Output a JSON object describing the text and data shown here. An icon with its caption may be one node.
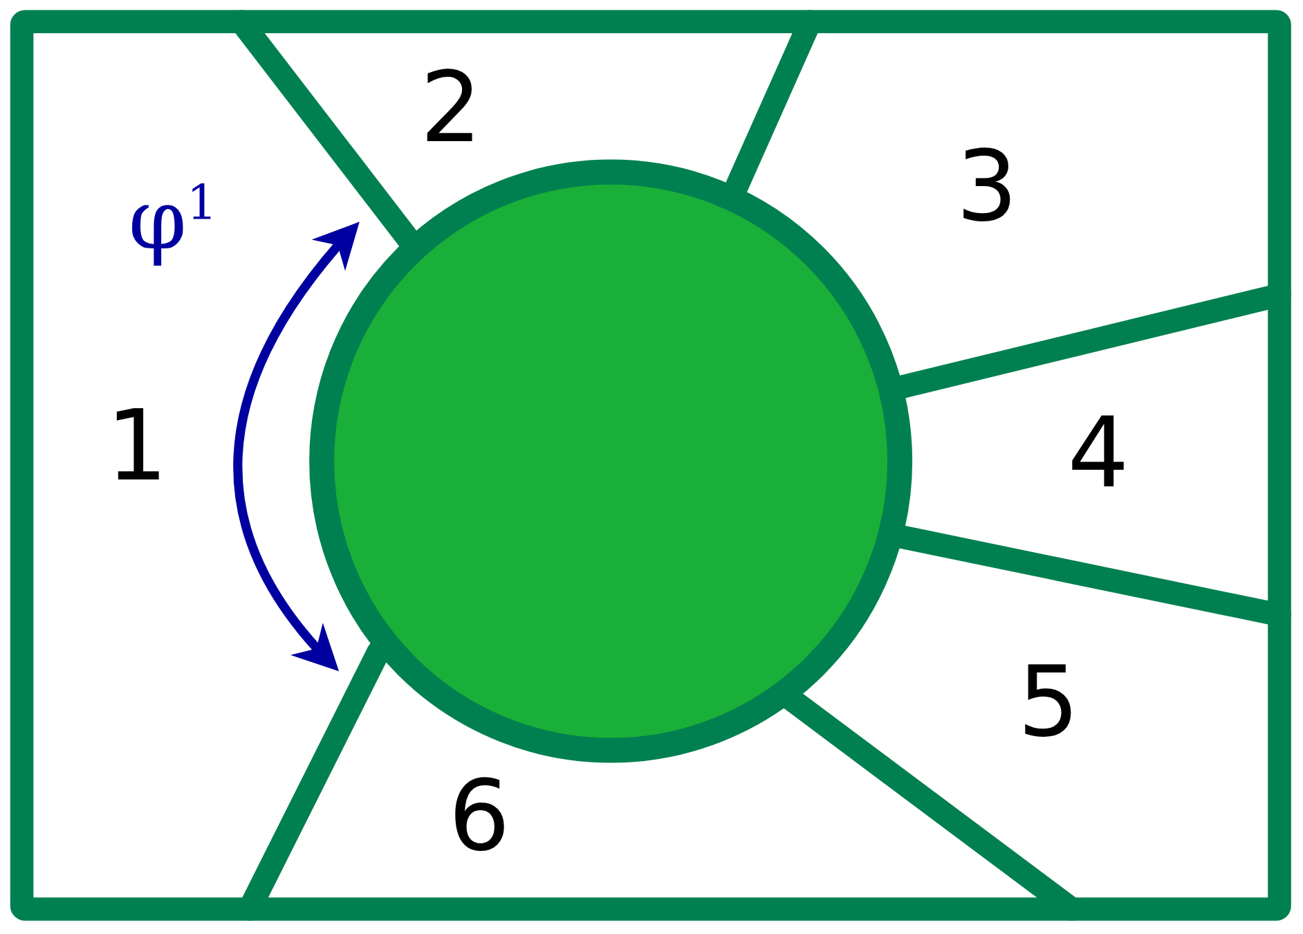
{
  "diagram": {
    "labels": [
      "2",
      "3",
      "φ$^{1}$",
      "1",
      "4",
      "5",
      "6"
    ]
  }
}
